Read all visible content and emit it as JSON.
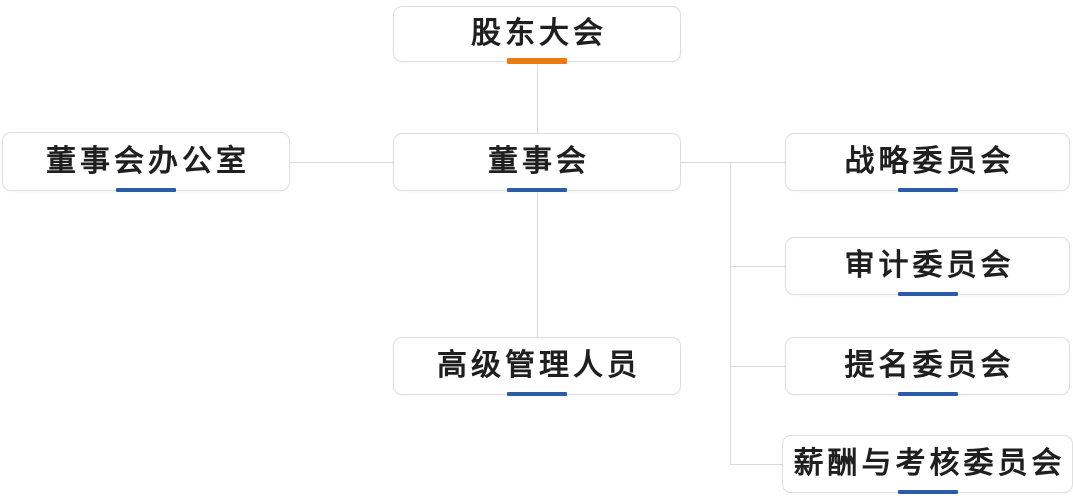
{
  "diagram": {
    "type": "org-chart",
    "nodes": {
      "shareholders": {
        "label": "股东大会",
        "accent": "orange"
      },
      "board_office": {
        "label": "董事会办公室",
        "accent": "blue"
      },
      "board": {
        "label": "董事会",
        "accent": "blue"
      },
      "senior_management": {
        "label": "高级管理人员",
        "accent": "blue"
      },
      "strategy_committee": {
        "label": "战略委员会",
        "accent": "blue"
      },
      "audit_committee": {
        "label": "审计委员会",
        "accent": "blue"
      },
      "nomination_committee": {
        "label": "提名委员会",
        "accent": "blue"
      },
      "compensation_committee": {
        "label": "薪酬与考核委员会",
        "accent": "blue"
      }
    },
    "edges": [
      {
        "from": "shareholders",
        "to": "board"
      },
      {
        "from": "board",
        "to": "board_office"
      },
      {
        "from": "board",
        "to": "senior_management"
      },
      {
        "from": "board",
        "to": "strategy_committee"
      },
      {
        "from": "board",
        "to": "audit_committee"
      },
      {
        "from": "board",
        "to": "nomination_committee"
      },
      {
        "from": "board",
        "to": "compensation_committee"
      }
    ],
    "colors": {
      "highlight_orange": "#ED7B12",
      "highlight_blue": "#2B5CA9",
      "connector_gray": "#D9D9D9"
    }
  }
}
